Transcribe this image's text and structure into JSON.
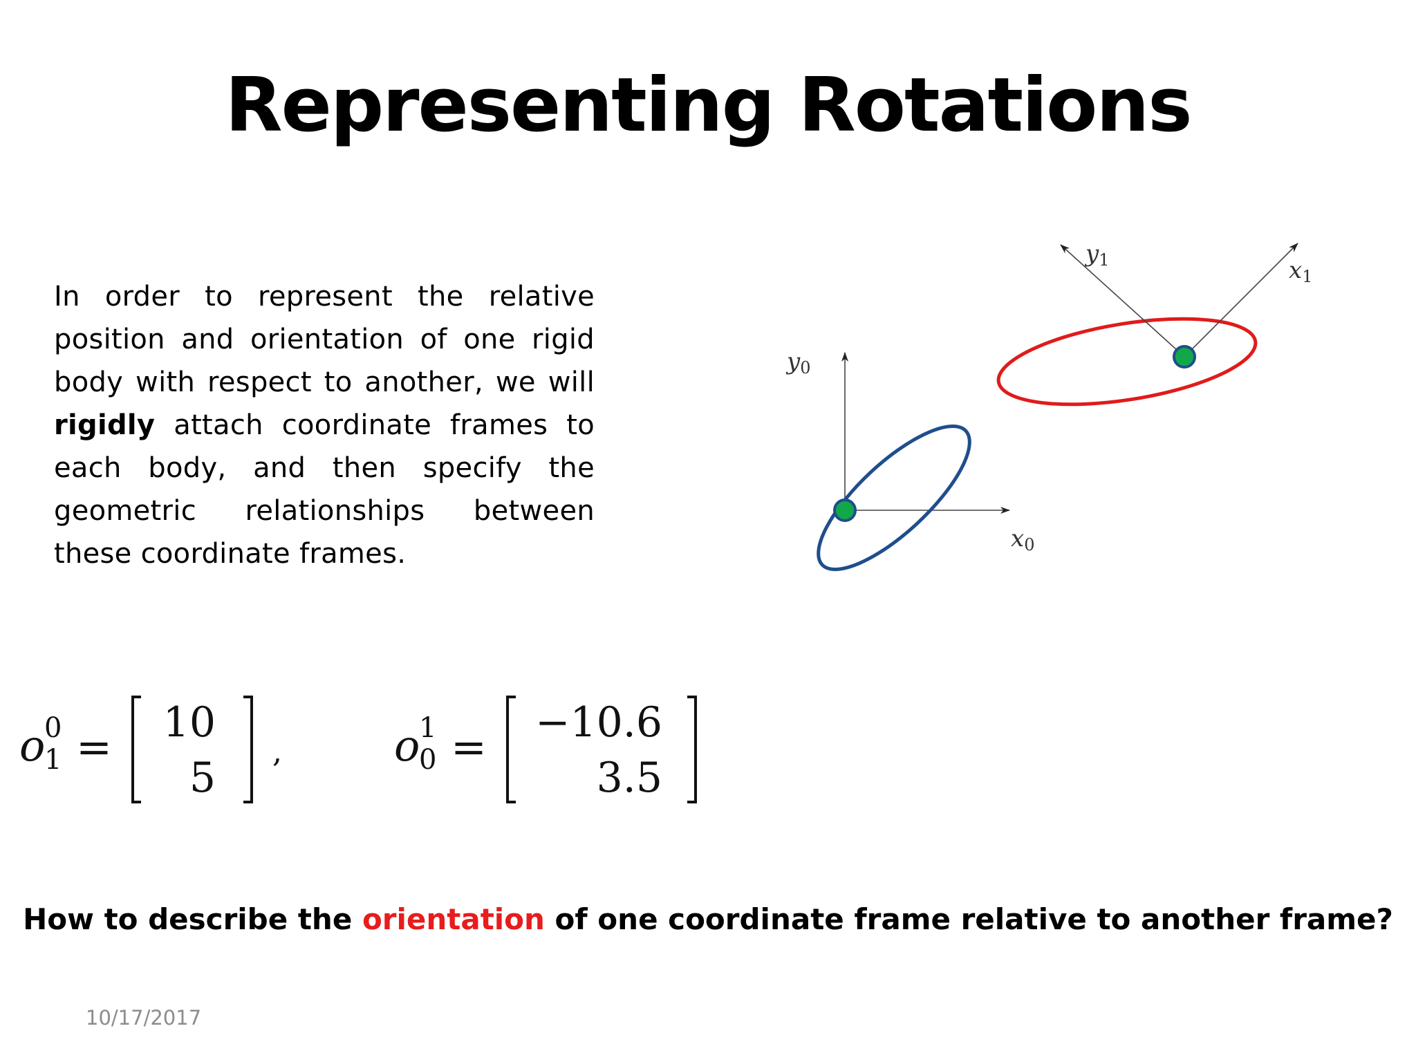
{
  "title": "Representing Rotations",
  "paragraph": {
    "before_bold": "In order to represent the relative position and orientation of one rigid body with respect to another, we will ",
    "bold": "rigidly",
    "after_bold": " attach coordinate frames to each body, and then specify the geometric relationships between these coordinate frames."
  },
  "diagram": {
    "frame0": {
      "x_label_base": "x",
      "x_label_sub": "0",
      "y_label_base": "y",
      "y_label_sub": "0",
      "body_color": "#1f4e8c"
    },
    "frame1": {
      "x_label_base": "x",
      "x_label_sub": "1",
      "y_label_base": "y",
      "y_label_sub": "1",
      "body_color": "#e01b1b"
    },
    "origin_color": "#12a84a"
  },
  "equations": {
    "eq1": {
      "symbol": "o",
      "superscript": "0",
      "subscript": "1",
      "equals": "=",
      "entries": [
        "10",
        "5"
      ],
      "trailing": ","
    },
    "eq2": {
      "symbol": "o",
      "superscript": "1",
      "subscript": "0",
      "equals": "=",
      "entries": [
        "−10.6",
        "3.5"
      ],
      "trailing": ""
    }
  },
  "question": {
    "before": "How to describe the ",
    "highlight": "orientation",
    "after": " of one coordinate frame relative to another frame?",
    "highlight_color": "#e81c1c"
  },
  "footer": {
    "date": "10/17/2017"
  }
}
